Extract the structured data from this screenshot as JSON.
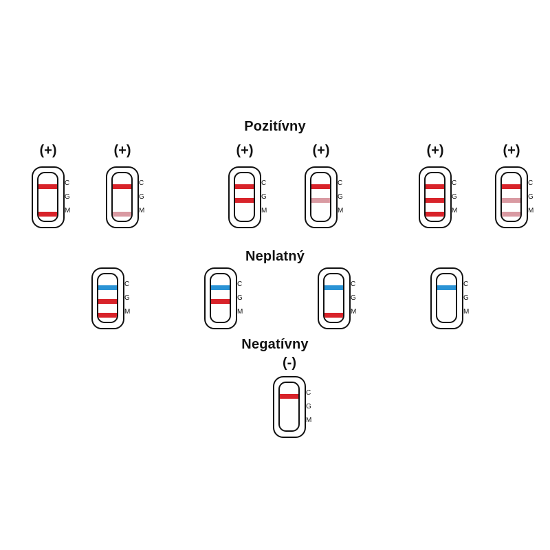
{
  "colors": {
    "positive_line": "#d8232a",
    "faint_line": "#d99aa2",
    "control_blue": "#2a93d5",
    "outline": "#111111"
  },
  "sections": {
    "positive_title": "Pozitívny",
    "invalid_title": "Neplatný",
    "negative_title": "Negatívny"
  },
  "zone_labels": [
    "C",
    "G",
    "M"
  ],
  "tests": [
    {
      "group": "positive",
      "sign": "(+)",
      "lines": {
        "C": "red",
        "G": null,
        "M": "red"
      }
    },
    {
      "group": "positive",
      "sign": "(+)",
      "lines": {
        "C": "red",
        "G": null,
        "M": "faint"
      }
    },
    {
      "group": "positive",
      "sign": "(+)",
      "lines": {
        "C": "red",
        "G": "red",
        "M": null
      }
    },
    {
      "group": "positive",
      "sign": "(+)",
      "lines": {
        "C": "red",
        "G": "faint",
        "M": null
      }
    },
    {
      "group": "positive",
      "sign": "(+)",
      "lines": {
        "C": "red",
        "G": "red",
        "M": "red"
      }
    },
    {
      "group": "positive",
      "sign": "(+)",
      "lines": {
        "C": "red",
        "G": "faint",
        "M": "faint"
      }
    },
    {
      "group": "invalid",
      "sign": "",
      "lines": {
        "C": "blue",
        "G": "red",
        "M": "red"
      }
    },
    {
      "group": "invalid",
      "sign": "",
      "lines": {
        "C": "blue",
        "G": "red",
        "M": null
      }
    },
    {
      "group": "invalid",
      "sign": "",
      "lines": {
        "C": "blue",
        "G": null,
        "M": "red"
      }
    },
    {
      "group": "invalid",
      "sign": "",
      "lines": {
        "C": "blue",
        "G": null,
        "M": null
      }
    },
    {
      "group": "negative",
      "sign": "(-)",
      "lines": {
        "C": "red",
        "G": null,
        "M": null
      }
    }
  ]
}
